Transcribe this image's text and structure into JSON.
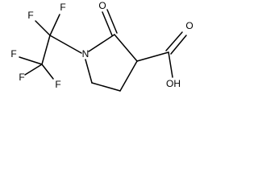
{
  "molecule": {
    "atoms": {
      "F_top": "F",
      "F_top_left": "F",
      "F_mid_left": "F",
      "F_low_left": "F",
      "F_bottom": "F",
      "N": "N",
      "O_carbonyl": "O",
      "O_acid": "O",
      "OH": "OH"
    }
  }
}
